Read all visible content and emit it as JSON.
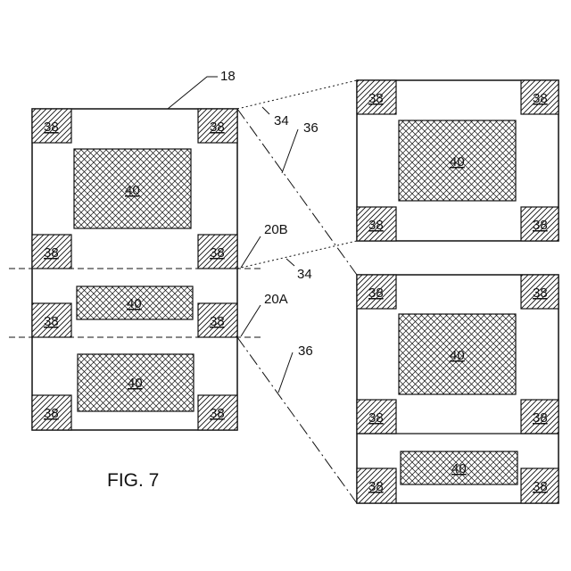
{
  "figure": {
    "caption": "FIG. 7",
    "refs": {
      "wafer": "18",
      "line_b": "20B",
      "line_a": "20A",
      "dotted_upper": "34",
      "dashdot_upper": "36",
      "dotted_lower": "34",
      "dashdot_lower": "36"
    },
    "pad_label": "38",
    "chip_label": "40"
  },
  "colors": {
    "line": "#111111",
    "background": "#ffffff"
  }
}
